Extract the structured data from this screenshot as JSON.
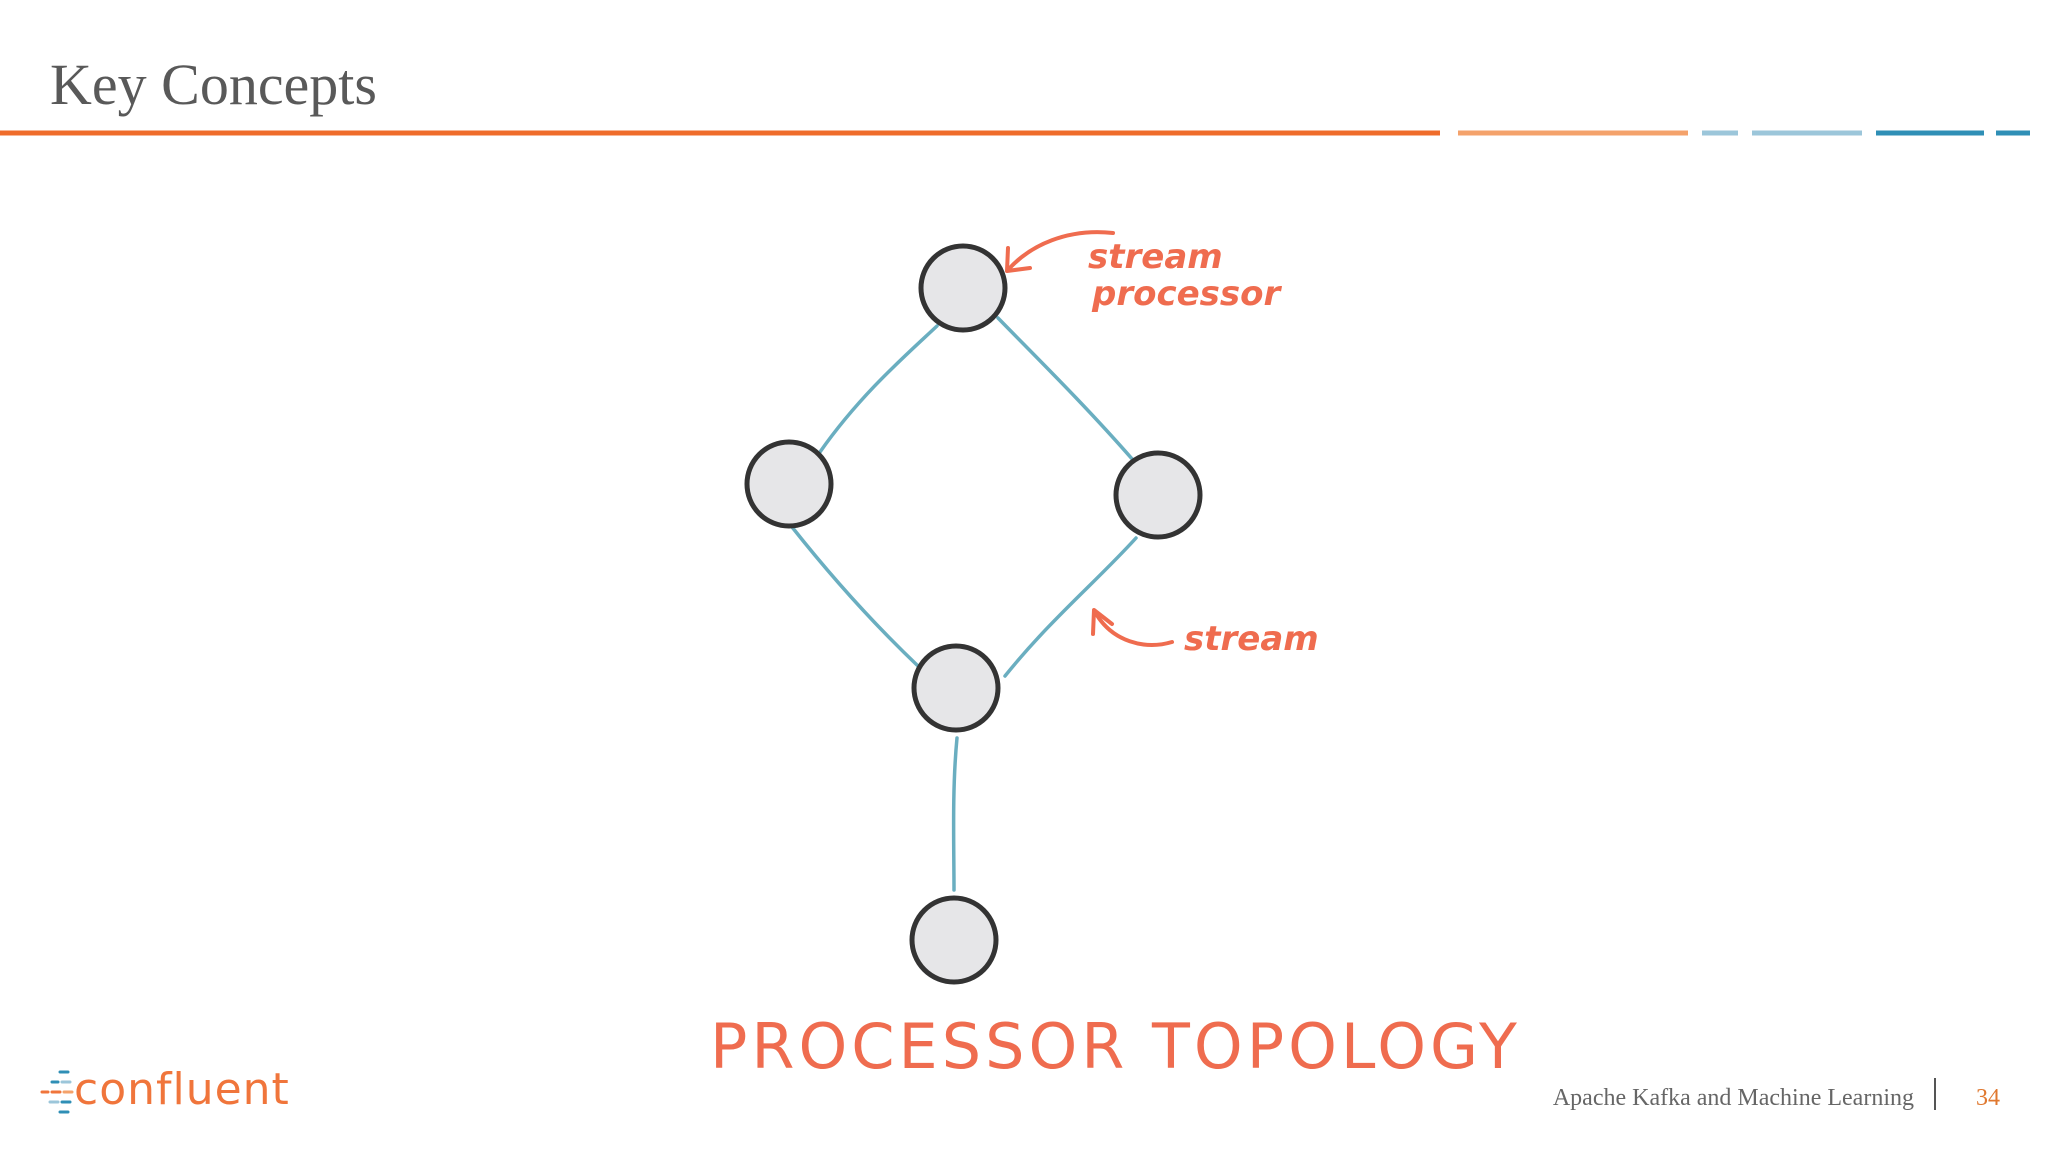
{
  "slide": {
    "title": "Key Concepts",
    "footer_text": "Apache Kafka and Machine Learning",
    "page_number": "34",
    "logo_text": "confluent"
  },
  "diagram": {
    "annotation_stream_processor_line1": "stream",
    "annotation_stream_processor_line2": "processor",
    "annotation_stream": "stream",
    "caption": "PROCESSOR TOPOLOGY"
  },
  "colors": {
    "accent_orange": "#f0753b",
    "annotation_red": "#ef6c4f",
    "edge_blue": "#6aaec0",
    "node_fill": "#e6e6e8",
    "node_stroke": "#333333"
  }
}
